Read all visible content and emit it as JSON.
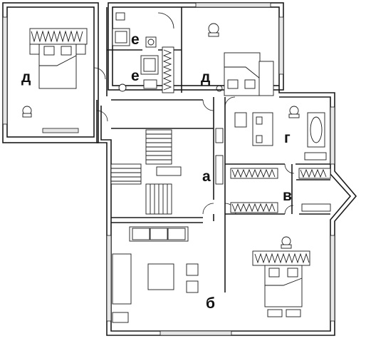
{
  "rooms": {
    "a": "а",
    "b": "б",
    "v": "в",
    "g": "г",
    "d1": "д",
    "d2": "д",
    "e1": "е",
    "e2": "е"
  },
  "colors": {
    "wall": "#1a1a1a",
    "wall_fill": "#d9d9d9",
    "background": "#ffffff"
  }
}
